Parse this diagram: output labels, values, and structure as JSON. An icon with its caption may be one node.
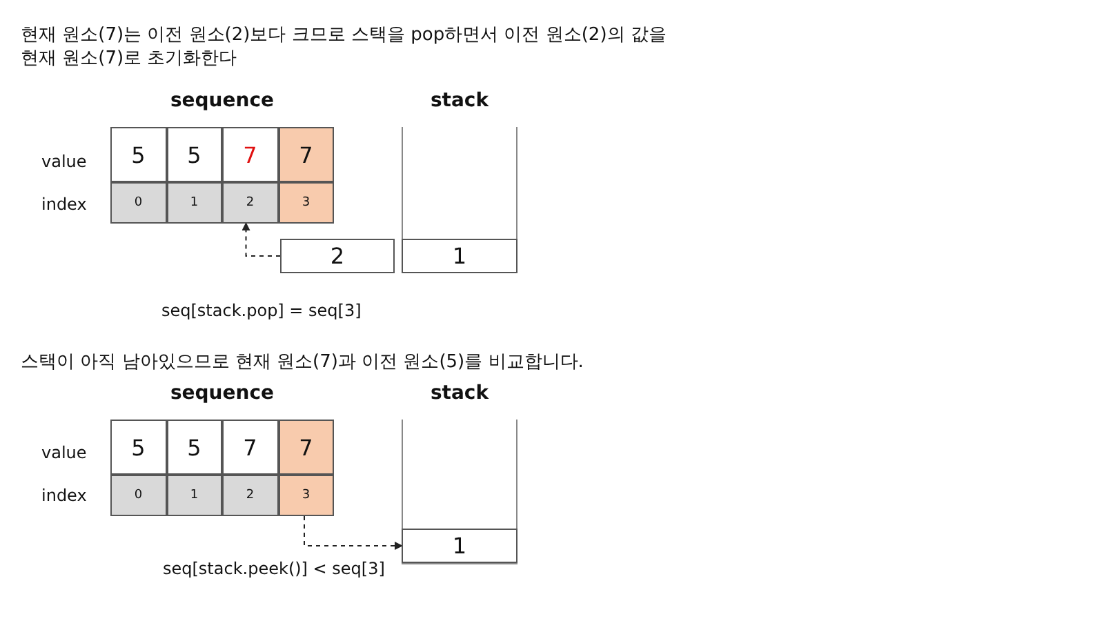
{
  "diagram": {
    "nodes": [
      {
        "text": [
          "sequence"
        ]
      },
      {
        "text": [
          "5"
        ],
        "in": 0
      },
      {
        "text": [
          "5"
        ],
        "in": 0
      },
      {
        "text": [
          "7"
        ],
        "in": 0
      },
      {
        "text": [
          "7"
        ],
        "in": 0
      },
      {
        "text": [
          "0"
        ],
        "in": 0
      },
      {
        "text": [
          "1"
        ],
        "in": 0
      },
      {
        "text": [
          "2"
        ],
        "in": 0
      },
      {
        "text": [
          "3"
        ],
        "in": 0
      },
      {
        "text": [
          "2"
        ]
      },
      {
        "text": [
          "stack"
        ]
      },
      {
        "text": [
          "1"
        ],
        "in": 10
      },
      {
        "text": [
          "sequence"
        ]
      },
      {
        "text": [
          "5"
        ],
        "in": 12
      },
      {
        "text": [
          "5"
        ],
        "in": 12
      },
      {
        "text": [
          "7"
        ],
        "in": 12
      },
      {
        "text": [
          "7"
        ],
        "in": 12
      },
      {
        "text": [
          "0"
        ],
        "in": 12
      },
      {
        "text": [
          "1"
        ],
        "in": 12
      },
      {
        "text": [
          "2"
        ],
        "in": 12
      },
      {
        "text": [
          "3"
        ],
        "in": 12
      },
      {
        "text": [
          "stack"
        ]
      },
      {
        "text": [
          "1"
        ],
        "in": 21
      }
    ],
    "edges": [
      {
        "from": 9,
        "to": 7,
        "arrow": "to",
        "style": "dashed"
      },
      {
        "from": 20,
        "to": 22,
        "arrow": "to",
        "style": "dashed"
      }
    ],
    "labels": [
      "현재 원소(7)는 이전 원소(2)보다 크므로 스택을 pop하면서 이전 원소(2)의 값을 현재 원소(7)로 초기화한다",
      "value",
      "index",
      "seq[stack.pop] = seq[3]",
      "스택이 아직 남아있으므로 현재 원소(7)과 이전 원소(5)를 비교합니다.",
      "value",
      "index",
      "seq[stack.peek()] < seq[3]"
    ]
  }
}
